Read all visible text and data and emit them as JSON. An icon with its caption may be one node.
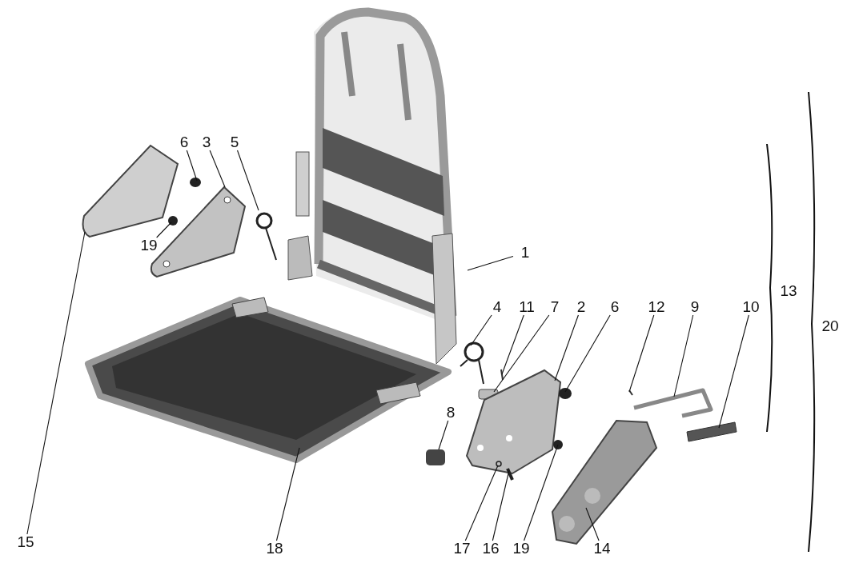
{
  "diagram": {
    "nodes": [
      {
        "text": [
          "6"
        ]
      },
      {
        "text": [
          "3"
        ]
      },
      {
        "text": [
          "5"
        ]
      },
      {
        "text": [
          "19"
        ]
      },
      {
        "text": [
          "15"
        ]
      },
      {
        "text": [
          "1"
        ]
      },
      {
        "text": [
          "4"
        ]
      },
      {
        "text": [
          "11"
        ]
      },
      {
        "text": [
          "7"
        ]
      },
      {
        "text": [
          "2"
        ]
      },
      {
        "text": [
          "6"
        ]
      },
      {
        "text": [
          "12"
        ]
      },
      {
        "text": [
          "9"
        ]
      },
      {
        "text": [
          "10"
        ]
      },
      {
        "text": [
          "8"
        ]
      },
      {
        "text": [
          "18"
        ]
      },
      {
        "text": [
          "17"
        ]
      },
      {
        "text": [
          "16"
        ]
      },
      {
        "text": [
          "19"
        ]
      },
      {
        "text": [
          "14"
        ]
      }
    ],
    "edges": [
      {
        "from": 0,
        "to": null,
        "arrow": "none"
      },
      {
        "from": 1,
        "to": null,
        "arrow": "none"
      },
      {
        "from": 2,
        "to": null,
        "arrow": "none"
      },
      {
        "from": 3,
        "to": null,
        "arrow": "none"
      },
      {
        "from": 4,
        "to": null,
        "arrow": "none"
      },
      {
        "from": 5,
        "to": null,
        "arrow": "none"
      },
      {
        "from": 6,
        "to": null,
        "arrow": "none"
      },
      {
        "from": 7,
        "to": null,
        "arrow": "none"
      },
      {
        "from": 8,
        "to": null,
        "arrow": "none"
      },
      {
        "from": 9,
        "to": null,
        "arrow": "none"
      },
      {
        "from": 10,
        "to": null,
        "arrow": "none"
      },
      {
        "from": 11,
        "to": null,
        "arrow": "none"
      },
      {
        "from": 12,
        "to": null,
        "arrow": "none"
      },
      {
        "from": 13,
        "to": null,
        "arrow": "none"
      },
      {
        "from": 14,
        "to": null,
        "arrow": "none"
      },
      {
        "from": 15,
        "to": null,
        "arrow": "none"
      },
      {
        "from": 16,
        "to": null,
        "arrow": "none"
      },
      {
        "from": 17,
        "to": null,
        "arrow": "none"
      },
      {
        "from": 18,
        "to": null,
        "arrow": "none"
      },
      {
        "from": 19,
        "to": null,
        "arrow": "none"
      }
    ],
    "labels": [
      "13",
      "20"
    ]
  }
}
